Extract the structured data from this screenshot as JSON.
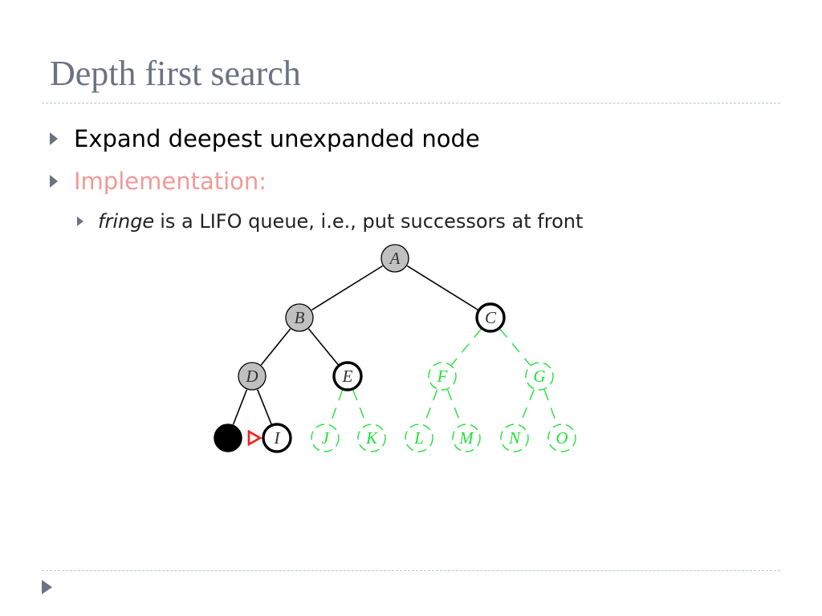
{
  "slide": {
    "title": "Depth first search",
    "bullets": [
      {
        "text": "Expand deepest unexpanded node"
      },
      {
        "text": "Implementation:"
      }
    ],
    "sub_bullet": {
      "emphasis": "fringe",
      "text": "is a LIFO queue, i.e., put successors at front"
    }
  },
  "tree": {
    "colors": {
      "expanded_fill": "#c0c0c0",
      "fringe_stroke": "#000000",
      "unexplored_stroke": "#22e03a",
      "current_fill": "#000000",
      "pointer": "#ff1a1a"
    },
    "nodes": [
      {
        "id": "A",
        "label": "A",
        "state": "expanded"
      },
      {
        "id": "B",
        "label": "B",
        "state": "expanded"
      },
      {
        "id": "C",
        "label": "C",
        "state": "fringe"
      },
      {
        "id": "D",
        "label": "D",
        "state": "expanded"
      },
      {
        "id": "E",
        "label": "E",
        "state": "fringe"
      },
      {
        "id": "F",
        "label": "F",
        "state": "unexplored"
      },
      {
        "id": "G",
        "label": "G",
        "state": "unexplored"
      },
      {
        "id": "H",
        "label": "",
        "state": "current"
      },
      {
        "id": "I",
        "label": "I",
        "state": "fringe"
      },
      {
        "id": "J",
        "label": "J",
        "state": "unexplored"
      },
      {
        "id": "K",
        "label": "K",
        "state": "unexplored"
      },
      {
        "id": "L",
        "label": "L",
        "state": "unexplored"
      },
      {
        "id": "M",
        "label": "M",
        "state": "unexplored"
      },
      {
        "id": "N",
        "label": "N",
        "state": "unexplored"
      },
      {
        "id": "O",
        "label": "O",
        "state": "unexplored"
      }
    ],
    "edges": [
      {
        "from": "A",
        "to": "B",
        "state": "solid"
      },
      {
        "from": "A",
        "to": "C",
        "state": "solid"
      },
      {
        "from": "B",
        "to": "D",
        "state": "solid"
      },
      {
        "from": "B",
        "to": "E",
        "state": "solid"
      },
      {
        "from": "C",
        "to": "F",
        "state": "unexplored"
      },
      {
        "from": "C",
        "to": "G",
        "state": "unexplored"
      },
      {
        "from": "D",
        "to": "H",
        "state": "solid"
      },
      {
        "from": "D",
        "to": "I",
        "state": "solid"
      },
      {
        "from": "E",
        "to": "J",
        "state": "unexplored"
      },
      {
        "from": "E",
        "to": "K",
        "state": "unexplored"
      },
      {
        "from": "F",
        "to": "L",
        "state": "unexplored"
      },
      {
        "from": "F",
        "to": "M",
        "state": "unexplored"
      },
      {
        "from": "G",
        "to": "N",
        "state": "unexplored"
      },
      {
        "from": "G",
        "to": "O",
        "state": "unexplored"
      }
    ],
    "pointer_target": "I"
  },
  "icons": {
    "bullet": "triangle-bullet-icon",
    "footer": "triangle-nav-icon"
  }
}
